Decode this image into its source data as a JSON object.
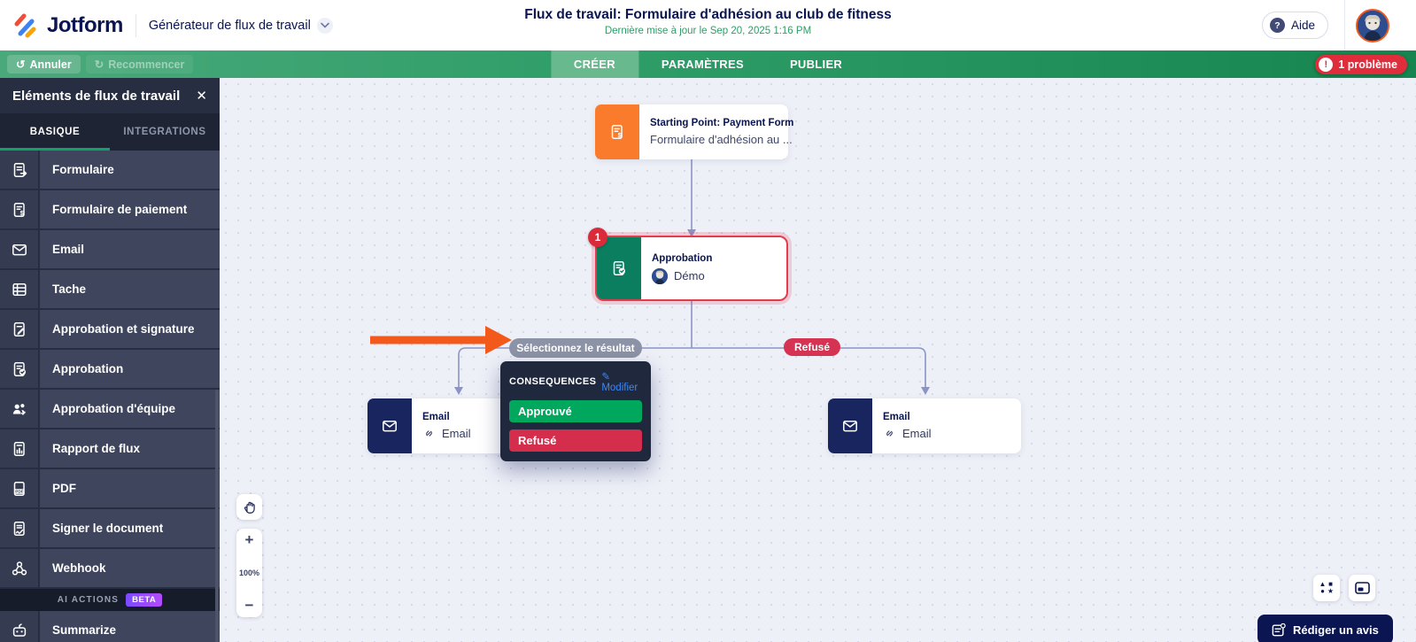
{
  "header": {
    "brand": "Jotform",
    "workflow_picker": "Générateur de flux de travail",
    "title": "Flux de travail: Formulaire d'adhésion au club de fitness",
    "last_updated": "Dernière mise à jour le Sep 20, 2025 1:16 PM",
    "help_label": "Aide"
  },
  "toolbar": {
    "undo_label": "Annuler",
    "redo_label": "Recommencer",
    "tabs": [
      {
        "id": "create",
        "label": "CRÉER",
        "active": true
      },
      {
        "id": "settings",
        "label": "PARAMÈTRES",
        "active": false
      },
      {
        "id": "publish",
        "label": "PUBLIER",
        "active": false
      }
    ],
    "problem_badge": "1 problème"
  },
  "sidebar": {
    "title": "Eléments de flux de travail",
    "tabs": [
      {
        "id": "basic",
        "label": "BASIQUE",
        "active": true
      },
      {
        "id": "integrations",
        "label": "INTEGRATIONS",
        "active": false
      }
    ],
    "items": [
      {
        "label": "Formulaire",
        "icon": "form-icon"
      },
      {
        "label": "Formulaire de paiement",
        "icon": "payment-form-icon"
      },
      {
        "label": "Email",
        "icon": "email-icon"
      },
      {
        "label": "Tache",
        "icon": "task-icon"
      },
      {
        "label": "Approbation et signature",
        "icon": "approval-signature-icon"
      },
      {
        "label": "Approbation",
        "icon": "approval-icon"
      },
      {
        "label": "Approbation d'équipe",
        "icon": "team-approval-icon"
      },
      {
        "label": "Rapport de flux",
        "icon": "flow-report-icon"
      },
      {
        "label": "PDF",
        "icon": "pdf-icon"
      },
      {
        "label": "Signer le document",
        "icon": "sign-document-icon"
      },
      {
        "label": "Webhook",
        "icon": "webhook-icon"
      }
    ],
    "ai_section": {
      "label": "AI ACTIONS",
      "badge": "BETA"
    },
    "ai_items": [
      {
        "label": "Summarize",
        "icon": "summarize-icon"
      }
    ]
  },
  "canvas": {
    "nodes": {
      "start": {
        "title": "Starting Point: Payment Form",
        "subtitle": "Formulaire d'adhésion au ...",
        "icon": "payment-form-icon"
      },
      "approval": {
        "title": "Approbation",
        "assignee": "Démo",
        "badge": "1",
        "icon": "approval-icon"
      },
      "email_left": {
        "title": "Email",
        "subtitle": "Email",
        "icon": "email-icon"
      },
      "email_right": {
        "title": "Email",
        "subtitle": "Email",
        "icon": "email-icon"
      }
    },
    "branch_prompt": "Sélectionnez le résultat",
    "branch_label_denied": "Refusé",
    "popup": {
      "title": "CONSEQUENCES",
      "edit_label": "Modifier",
      "options": [
        {
          "label": "Approuvé",
          "color": "#00a85d"
        },
        {
          "label": "Refusé",
          "color": "#d52e4d"
        }
      ]
    },
    "zoom_level": "100%",
    "review_button": "Rédiger un avis"
  },
  "colors": {
    "navy": "#0a1551",
    "toolbar_green": "#2f9e68",
    "active_tab_green": "#68b98e",
    "accent_green": "#00a85d",
    "error_red": "#e23c4e",
    "badge_red": "#e02d3c",
    "connector": "#8b94c6",
    "annotation_orange": "#f4591c"
  }
}
